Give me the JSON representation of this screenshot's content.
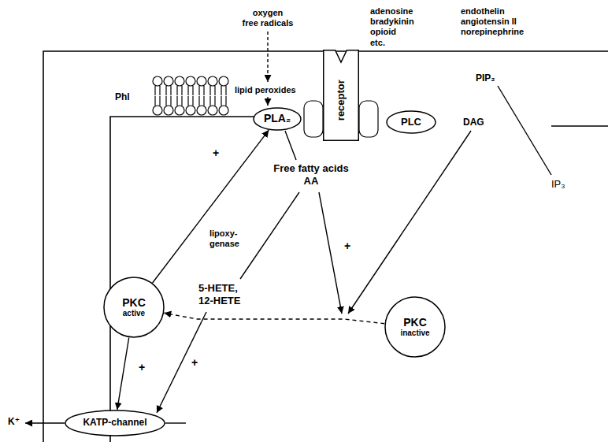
{
  "diagram": {
    "nodes": [
      {
        "text": [
          "PLA₂"
        ]
      },
      {
        "text": [
          "receptor"
        ]
      },
      {
        "text": [
          "PLC"
        ]
      },
      {
        "text": [
          "PKC",
          "active"
        ]
      },
      {
        "text": [
          "PKC",
          "inactive"
        ]
      },
      {
        "text": [
          "KATP-channel"
        ]
      }
    ],
    "edges": [
      {
        "from": 3,
        "to": 0,
        "arrow": "to",
        "label": "+"
      },
      {
        "from": 3,
        "to": 5,
        "arrow": "to",
        "label": "+"
      },
      {
        "from": 4,
        "to": 3,
        "arrow": "to"
      }
    ],
    "labels": [
      "oxygen free radicals",
      "adenosine bradykinin opioid etc.",
      "endothelin angiotensin II norepinephrine",
      "lipid peroxides",
      "Phl",
      "PIP₂",
      "DAG",
      "IP₃",
      "Free fatty acids AA",
      "lipoxy- genase",
      "5-HETE, 12-HETE",
      "K⁺",
      "+",
      "+"
    ]
  }
}
